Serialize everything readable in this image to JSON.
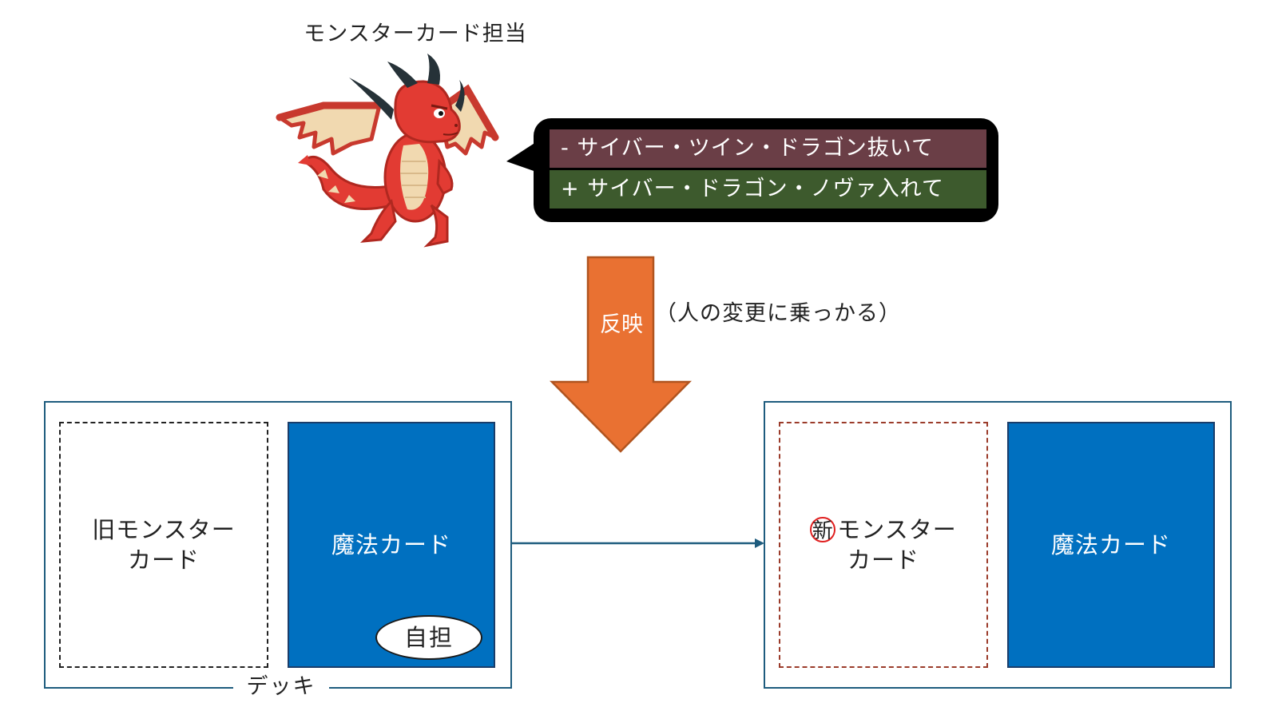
{
  "role_title": "モンスターカード担当",
  "speech": {
    "removed": "- サイバー・ツイン・ドラゴン抜いて",
    "added": "+ サイバー・ドラゴン・ノヴァ入れて"
  },
  "arrow": {
    "label": "反映",
    "note": "（人の変更に乗っかる）"
  },
  "deck_left": {
    "label": "デッキ",
    "old_monster_line1": "旧モンスター",
    "old_monster_line2": "カード",
    "magic_card": "魔法カード",
    "self_badge": "自担"
  },
  "deck_right": {
    "new_mark": "新",
    "new_monster_line1": "モンスター",
    "new_monster_line2": "カード",
    "magic_card": "魔法カード"
  },
  "colors": {
    "removed_bg": "#6a3e46",
    "added_bg": "#3d5a2d",
    "arrow": "#e97132",
    "card_blue": "#0070c0",
    "deck_border": "#1e5c7e",
    "new_mark": "#e02020"
  },
  "icons": [
    "red-dragon-illustration",
    "down-arrow",
    "right-arrow"
  ]
}
